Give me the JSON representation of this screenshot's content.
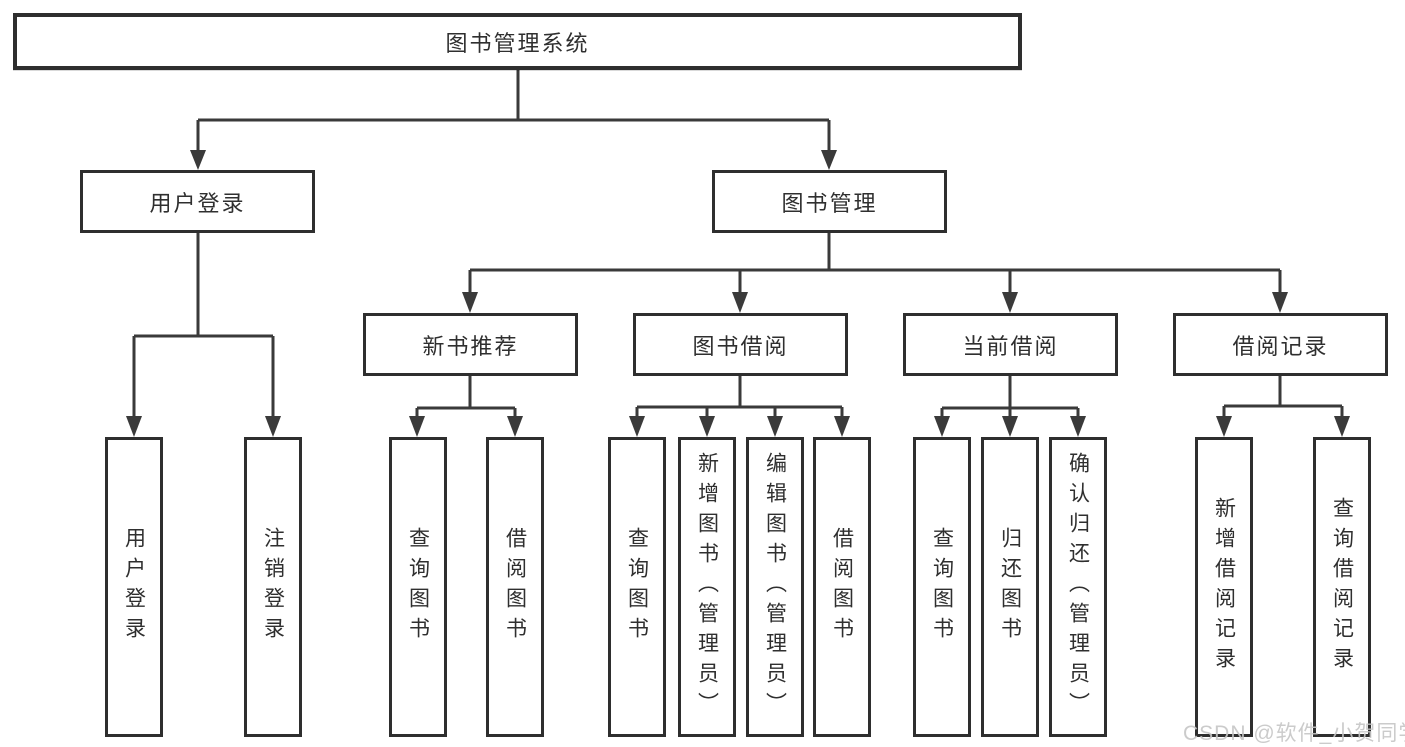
{
  "title": "图书管理系统",
  "colors": {
    "line": "#3a3a3a",
    "border": "#2e2e2e",
    "text": "#2f2f2f",
    "background": "#ffffff",
    "watermark": "#c6c6c6"
  },
  "nodes": {
    "root": {
      "label": "图书管理系统"
    },
    "level2": [
      {
        "label": "用户登录"
      },
      {
        "label": "图书管理"
      }
    ],
    "level3": [
      {
        "label": "新书推荐",
        "parent": "图书管理"
      },
      {
        "label": "图书借阅",
        "parent": "图书管理"
      },
      {
        "label": "当前借阅",
        "parent": "图书管理"
      },
      {
        "label": "借阅记录",
        "parent": "图书管理"
      }
    ],
    "leaves": [
      {
        "label": "用户登录",
        "parent": "用户登录"
      },
      {
        "label": "注销登录",
        "parent": "用户登录"
      },
      {
        "label": "查询图书",
        "parent": "新书推荐"
      },
      {
        "label": "借阅图书",
        "parent": "新书推荐"
      },
      {
        "label": "查询图书",
        "parent": "图书借阅"
      },
      {
        "label": "新增图书（管理员）",
        "parent": "图书借阅"
      },
      {
        "label": "编辑图书（管理员）",
        "parent": "图书借阅"
      },
      {
        "label": "借阅图书",
        "parent": "图书借阅"
      },
      {
        "label": "查询图书",
        "parent": "当前借阅"
      },
      {
        "label": "归还图书",
        "parent": "当前借阅"
      },
      {
        "label": "确认归还（管理员）",
        "parent": "当前借阅"
      },
      {
        "label": "新增借阅记录",
        "parent": "借阅记录"
      },
      {
        "label": "查询借阅记录",
        "parent": "借阅记录"
      }
    ]
  },
  "watermark": "CSDN @软件_小贺同学"
}
